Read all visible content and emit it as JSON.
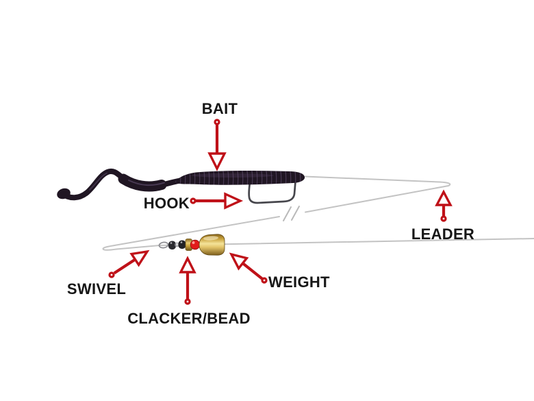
{
  "diagram": {
    "type": "labeled-diagram",
    "subject": "fishing-rig",
    "labels": {
      "bait": "BAIT",
      "hook": "HOOK",
      "leader": "LEADER",
      "swivel": "SWIVEL",
      "clacker_bead": "CLACKER/BEAD",
      "weight": "WEIGHT"
    },
    "colors": {
      "background": "#ffffff",
      "label": "#161616",
      "arrow": "#bf1118",
      "line": "#c3c3c3",
      "slash": "#b9b9b9",
      "worm": "#201623",
      "worm_sheen": "#6f5c82",
      "hook_metal": "#46464c",
      "bead": "#e21b1b",
      "weight_gold": "#c9a23c"
    }
  }
}
